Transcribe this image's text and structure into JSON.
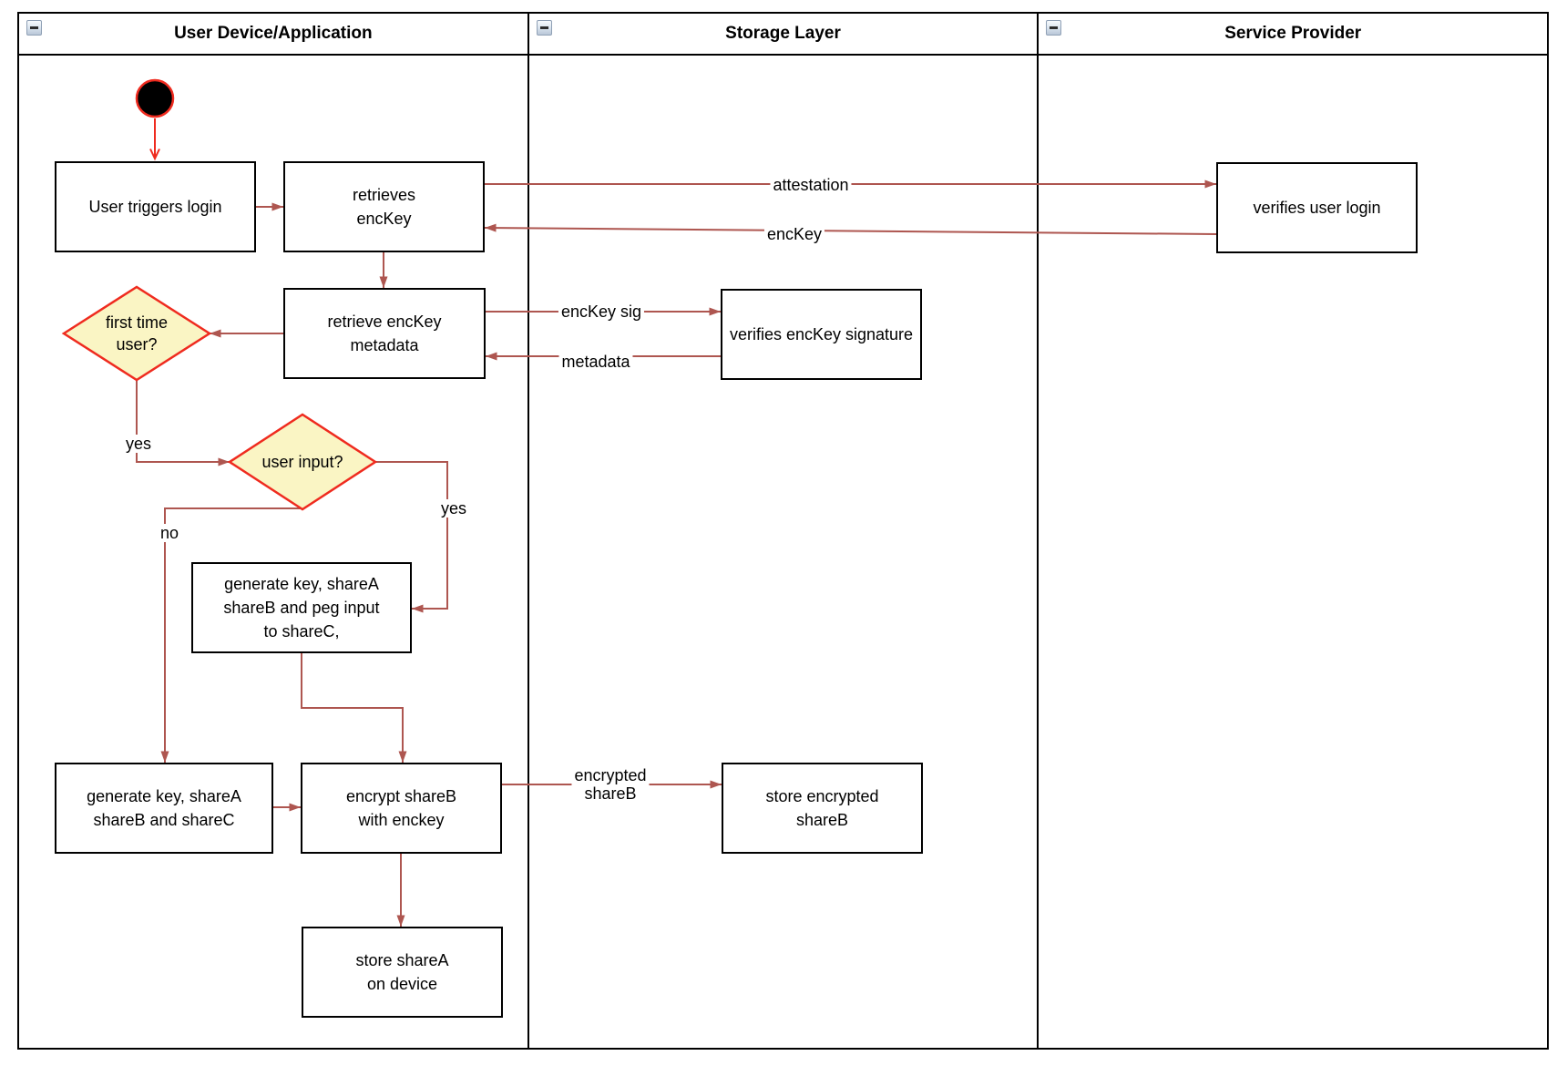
{
  "diagram": {
    "lanes": [
      {
        "title": "User Device/Application"
      },
      {
        "title": "Storage Layer"
      },
      {
        "title": "Service Provider"
      }
    ],
    "nodes": {
      "user_triggers_login": {
        "label": "User triggers login"
      },
      "retrieves_enckey": {
        "label": "retrieves\nencKey"
      },
      "retrieve_enckey_metadata": {
        "label": "retrieve encKey\nmetadata"
      },
      "first_time_user": {
        "label": "first time\nuser?"
      },
      "user_input": {
        "label": "user input?"
      },
      "generate_peg": {
        "label": "generate key, shareA\nshareB and peg input\nto shareC,"
      },
      "generate_abc": {
        "label": "generate key, shareA\nshareB and shareC"
      },
      "encrypt_shareb": {
        "label": "encrypt shareB\nwith enckey"
      },
      "store_sharea": {
        "label": "store shareA\non device"
      },
      "verifies_enckey_signature": {
        "label": "verifies encKey signature"
      },
      "store_encrypted_shareb": {
        "label": "store encrypted\nshareB"
      },
      "verifies_user_login": {
        "label": "verifies user login"
      }
    },
    "edge_labels": {
      "attestation": "attestation",
      "enckey": "encKey",
      "enckey_sig": "encKey sig",
      "metadata": "metadata",
      "yes_first_time": "yes",
      "no_user_input": "no",
      "yes_user_input": "yes",
      "encrypted_shareb": "encrypted\nshareB"
    },
    "colors": {
      "edge": "#AE5650",
      "accent_red": "#EF2B1F",
      "decision_fill": "#FAF5C4",
      "shape_border": "#000000"
    }
  }
}
